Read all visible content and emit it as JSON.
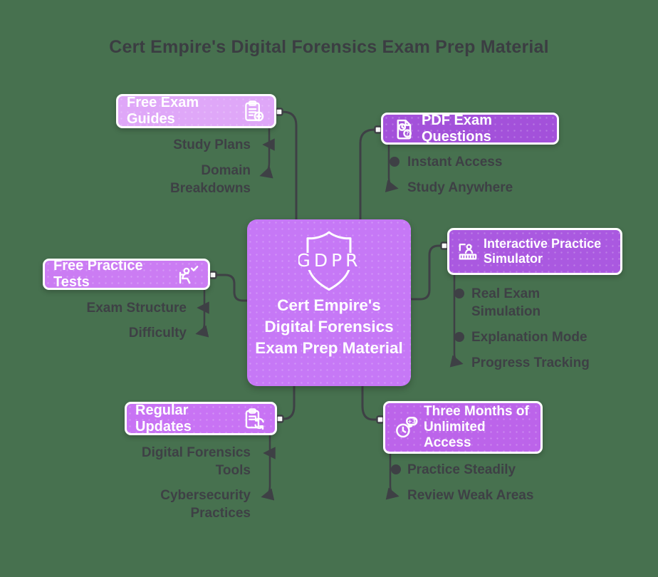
{
  "title": "Cert Empire's Digital Forensics Exam Prep Material",
  "background_color": "#47714f",
  "connector_color": "#3e4045",
  "sub_text_color": "#3e4045",
  "center": {
    "badge": "GDPR",
    "icon": "gdpr-shield-icon",
    "label": "Cert Empire's Digital Forensics Exam Prep Material",
    "color": "#c678f6"
  },
  "branches": [
    {
      "label": "Free Exam Guides",
      "icon": "clipboard-add-icon",
      "color": "#dfa7f8",
      "children": [
        "Study Plans",
        "Domain Breakdowns"
      ]
    },
    {
      "label": "PDF Exam Questions",
      "icon": "document-clock-question-icon",
      "color": "#a351da",
      "children": [
        "Instant Access",
        "Study Anywhere"
      ]
    },
    {
      "label": "Free Practice Tests",
      "icon": "test-taker-check-icon",
      "color": "#cb7cf3",
      "children": [
        "Exam Structure",
        "Difficulty"
      ]
    },
    {
      "label": "Interactive Practice Simulator",
      "icon": "training-presentation-icon",
      "color": "#aa59e0",
      "children": [
        "Real Exam Simulation",
        "Explanation Mode",
        "Progress Tracking"
      ]
    },
    {
      "label": "Regular Updates",
      "icon": "clipboard-refresh-icon",
      "color": "#c873f4",
      "children": [
        "Digital Forensics Tools",
        "Cybersecurity Practices"
      ]
    },
    {
      "label": "Three Months of Unlimited Access",
      "icon": "clock-plus-three-icon",
      "color": "#bc64ea",
      "children": [
        "Practice Steadily",
        "Review Weak Areas"
      ]
    }
  ]
}
